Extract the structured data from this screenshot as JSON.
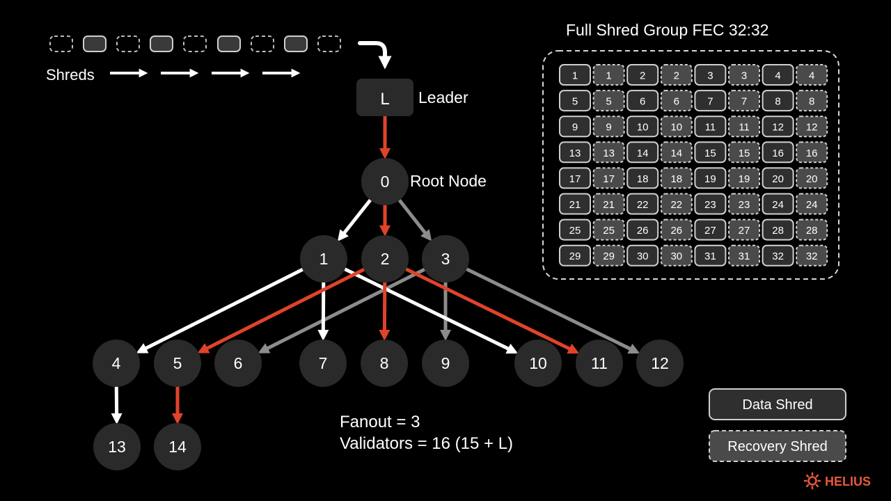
{
  "shreds_label": "Shreds",
  "leader": {
    "letter": "L",
    "label": "Leader"
  },
  "root_label": "Root Node",
  "tree": {
    "nodes": [
      {
        "id": "0",
        "parent": "L"
      },
      {
        "id": "1",
        "parent": "0"
      },
      {
        "id": "2",
        "parent": "0"
      },
      {
        "id": "3",
        "parent": "0"
      },
      {
        "id": "4",
        "parent": "1"
      },
      {
        "id": "5",
        "parent": "2"
      },
      {
        "id": "6",
        "parent": "3"
      },
      {
        "id": "7",
        "parent": "1"
      },
      {
        "id": "8",
        "parent": "2"
      },
      {
        "id": "9",
        "parent": "3"
      },
      {
        "id": "10",
        "parent": "1"
      },
      {
        "id": "11",
        "parent": "2"
      },
      {
        "id": "12",
        "parent": "3"
      },
      {
        "id": "13",
        "parent": "4"
      },
      {
        "id": "14",
        "parent": "5"
      }
    ]
  },
  "stats": {
    "fanout": "Fanout = 3",
    "validators": "Validators = 16 (15 + L)"
  },
  "fec_group": {
    "title": "Full Shred Group FEC 32:32",
    "count": 32
  },
  "legend": {
    "data_shred": "Data Shred",
    "recovery_shred": "Recovery Shred"
  },
  "brand": "HELIUS",
  "colors": {
    "red": "#e0432a",
    "white": "#ffffff",
    "gray": "#8c8c8c",
    "node": "#2a2a2a",
    "cell": "#2f2f2f",
    "recovery_cell": "#4a4a4a",
    "brand": "#e8573b"
  }
}
